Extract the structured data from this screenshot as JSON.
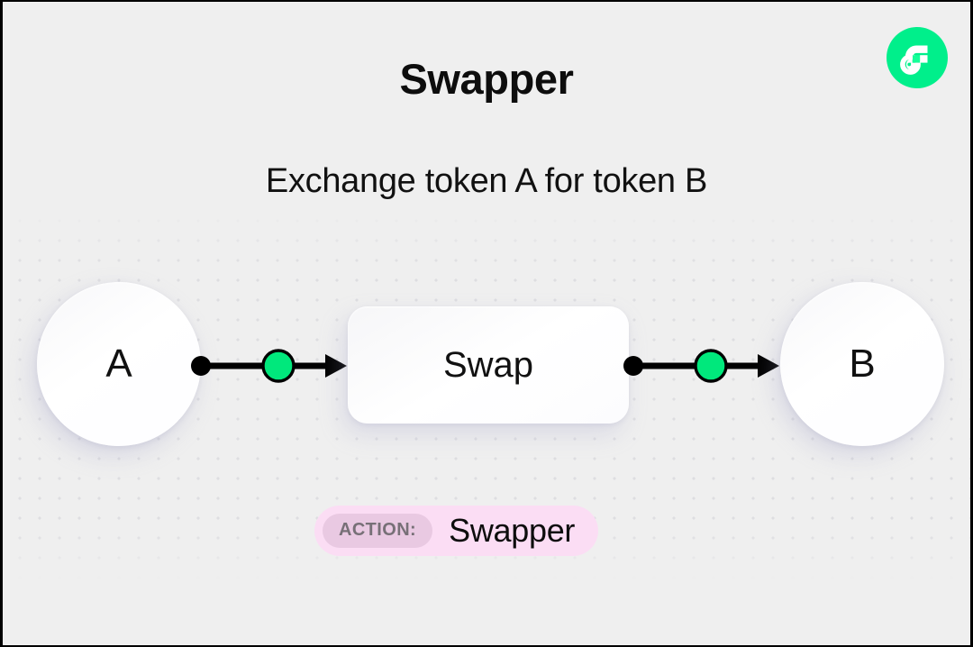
{
  "page": {
    "title": "Swapper",
    "subtitle": "Exchange token A for token B",
    "background_color": "#efefef",
    "frame_color": "#000000"
  },
  "logo": {
    "name": "flow-logo",
    "circle_color": "#00ef8b",
    "mark_color": "#ffffff",
    "accent_color": "#16ff99"
  },
  "diagram": {
    "source_node": {
      "label": "A"
    },
    "process_node": {
      "label": "Swap"
    },
    "target_node": {
      "label": "B"
    },
    "edges": [
      {
        "from": "A",
        "to": "Swap",
        "dot_color": "#000000",
        "node_color": "#00e87c"
      },
      {
        "from": "Swap",
        "to": "B",
        "dot_color": "#000000",
        "node_color": "#00e87c"
      }
    ],
    "accent_color": "#00e87c",
    "line_color": "#000000"
  },
  "action_badge": {
    "label": "ACTION:",
    "value": "Swapper",
    "background_color": "#fbddf4",
    "chip_color": "#e9c9e2",
    "chip_text_color": "#777077"
  }
}
